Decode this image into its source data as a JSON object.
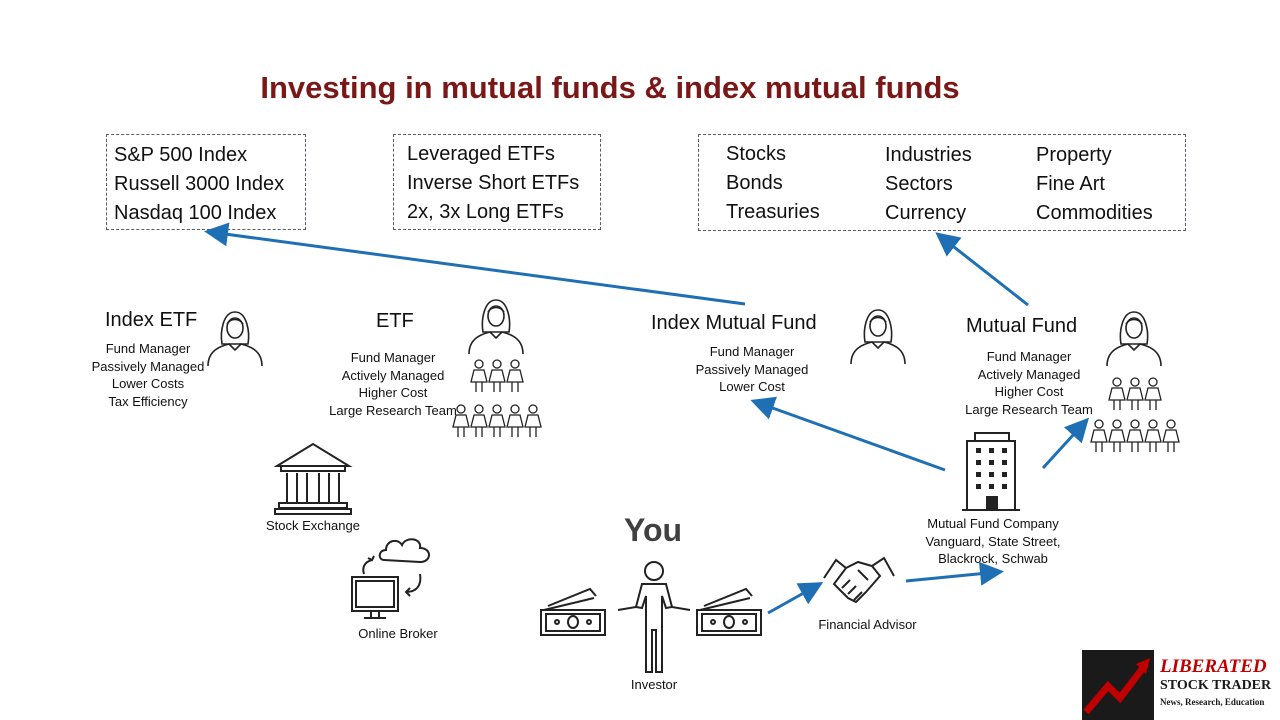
{
  "title": "Investing in mutual funds & index mutual funds",
  "boxes": {
    "indexes": [
      "S&P 500 Index",
      "Russell 3000 Index",
      "Nasdaq 100 Index"
    ],
    "etf_types": [
      "Leveraged ETFs",
      "Inverse Short ETFs",
      "2x, 3x Long ETFs"
    ],
    "assets_col1": [
      "Stocks",
      "Bonds",
      "Treasuries"
    ],
    "assets_col2": [
      "Industries",
      "Sectors",
      "Currency"
    ],
    "assets_col3": [
      "Property",
      "Fine Art",
      "Commodities"
    ]
  },
  "index_etf": {
    "heading": "Index ETF",
    "lines": [
      "Fund Manager",
      "Passively Managed",
      "Lower Costs",
      "Tax Efficiency"
    ]
  },
  "etf": {
    "heading": "ETF",
    "lines": [
      "Fund Manager",
      "Actively Managed",
      "Higher Cost",
      "Large Research Team"
    ]
  },
  "index_mutual_fund": {
    "heading": "Index Mutual Fund",
    "lines": [
      "Fund Manager",
      "Passively Managed",
      "Lower Cost"
    ]
  },
  "mutual_fund": {
    "heading": "Mutual Fund",
    "lines": [
      "Fund Manager",
      "Actively Managed",
      "Higher Cost",
      "Large Research Team"
    ]
  },
  "stock_exchange": "Stock Exchange",
  "online_broker": "Online Broker",
  "you": "You",
  "investor": "Investor",
  "financial_advisor": "Financial Advisor",
  "mutual_fund_company": [
    "Mutual Fund Company",
    "Vanguard, State Street,",
    "Blackrock, Schwab"
  ],
  "logo": {
    "line1": "LIBERATED",
    "line2": "STOCK TRADER",
    "line3": "News, Research, Education"
  },
  "colors": {
    "title": "#7a1717",
    "arrow": "#1f6fb5",
    "logo_red": "#c00000",
    "icon": "#222222"
  },
  "icons": [
    "woman-manager-icon",
    "team-icon",
    "bank-building-icon",
    "computer-cloud-icon",
    "person-icon",
    "money-icon",
    "handshake-icon",
    "office-building-icon"
  ]
}
